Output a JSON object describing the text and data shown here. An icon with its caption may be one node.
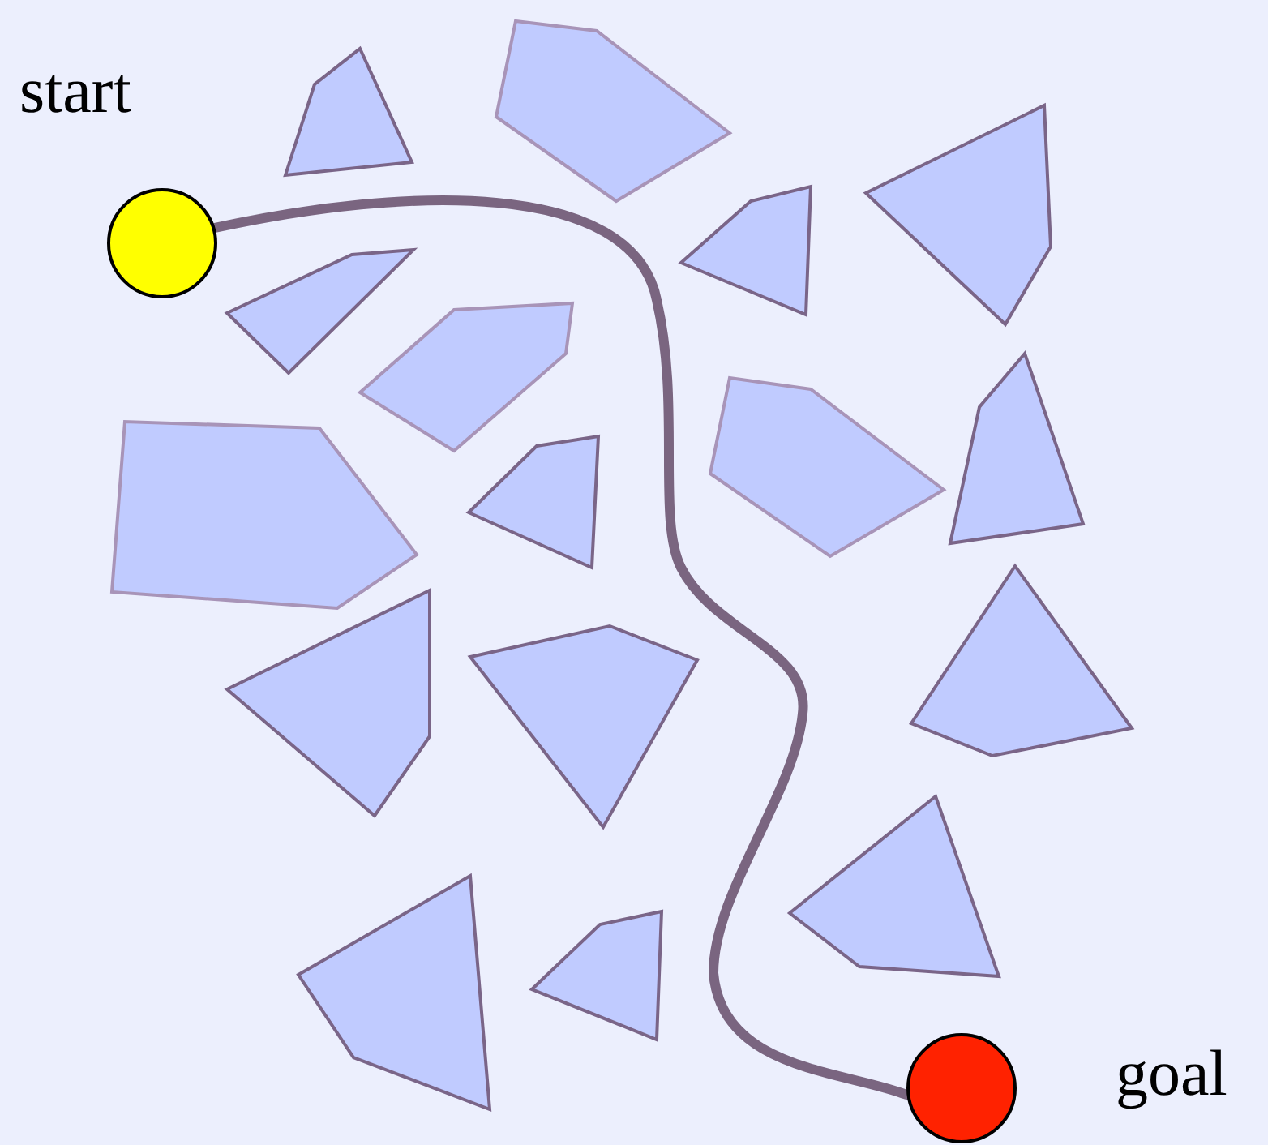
{
  "diagram": {
    "nodes": [
      {
        "text": [
          "start"
        ]
      },
      {
        "text": [
          "goal"
        ]
      }
    ],
    "edges": [
      {
        "from": 0,
        "to": 1,
        "arrow": "none"
      }
    ]
  }
}
